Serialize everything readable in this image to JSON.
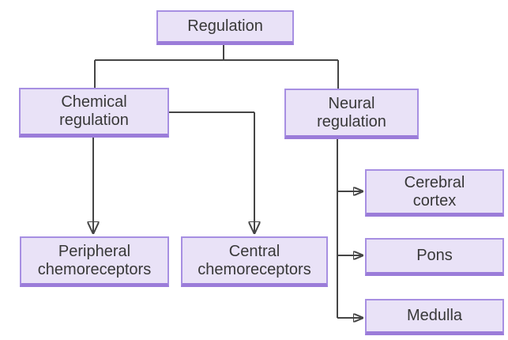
{
  "diagram": {
    "type": "flowchart",
    "nodes": [
      {
        "id": "regulation",
        "label": "Regulation"
      },
      {
        "id": "chemical-regulation",
        "label": "Chemical\nregulation"
      },
      {
        "id": "neural-regulation",
        "label": "Neural\nregulation"
      },
      {
        "id": "peripheral-chemoreceptors",
        "label": "Peripheral\nchemoreceptors"
      },
      {
        "id": "central-chemoreceptors",
        "label": "Central\nchemoreceptors"
      },
      {
        "id": "cerebral-cortex",
        "label": "Cerebral\ncortex"
      },
      {
        "id": "pons",
        "label": "Pons"
      },
      {
        "id": "medulla",
        "label": "Medulla"
      }
    ],
    "edges": [
      {
        "from": "regulation",
        "to": "chemical-regulation",
        "arrowhead": false
      },
      {
        "from": "regulation",
        "to": "neural-regulation",
        "arrowhead": false
      },
      {
        "from": "chemical-regulation",
        "to": "peripheral-chemoreceptors",
        "arrowhead": true
      },
      {
        "from": "chemical-regulation",
        "to": "central-chemoreceptors",
        "arrowhead": true
      },
      {
        "from": "neural-regulation",
        "to": "cerebral-cortex",
        "arrowhead": true
      },
      {
        "from": "neural-regulation",
        "to": "pons",
        "arrowhead": true
      },
      {
        "from": "neural-regulation",
        "to": "medulla",
        "arrowhead": true
      }
    ]
  },
  "colors": {
    "background": "#ffffff",
    "node_fill": "#e9e2f7",
    "node_border": "#a78fe2",
    "node_border_bottom": "#9b7cd9",
    "connector": "#454545",
    "text": "#383838"
  }
}
